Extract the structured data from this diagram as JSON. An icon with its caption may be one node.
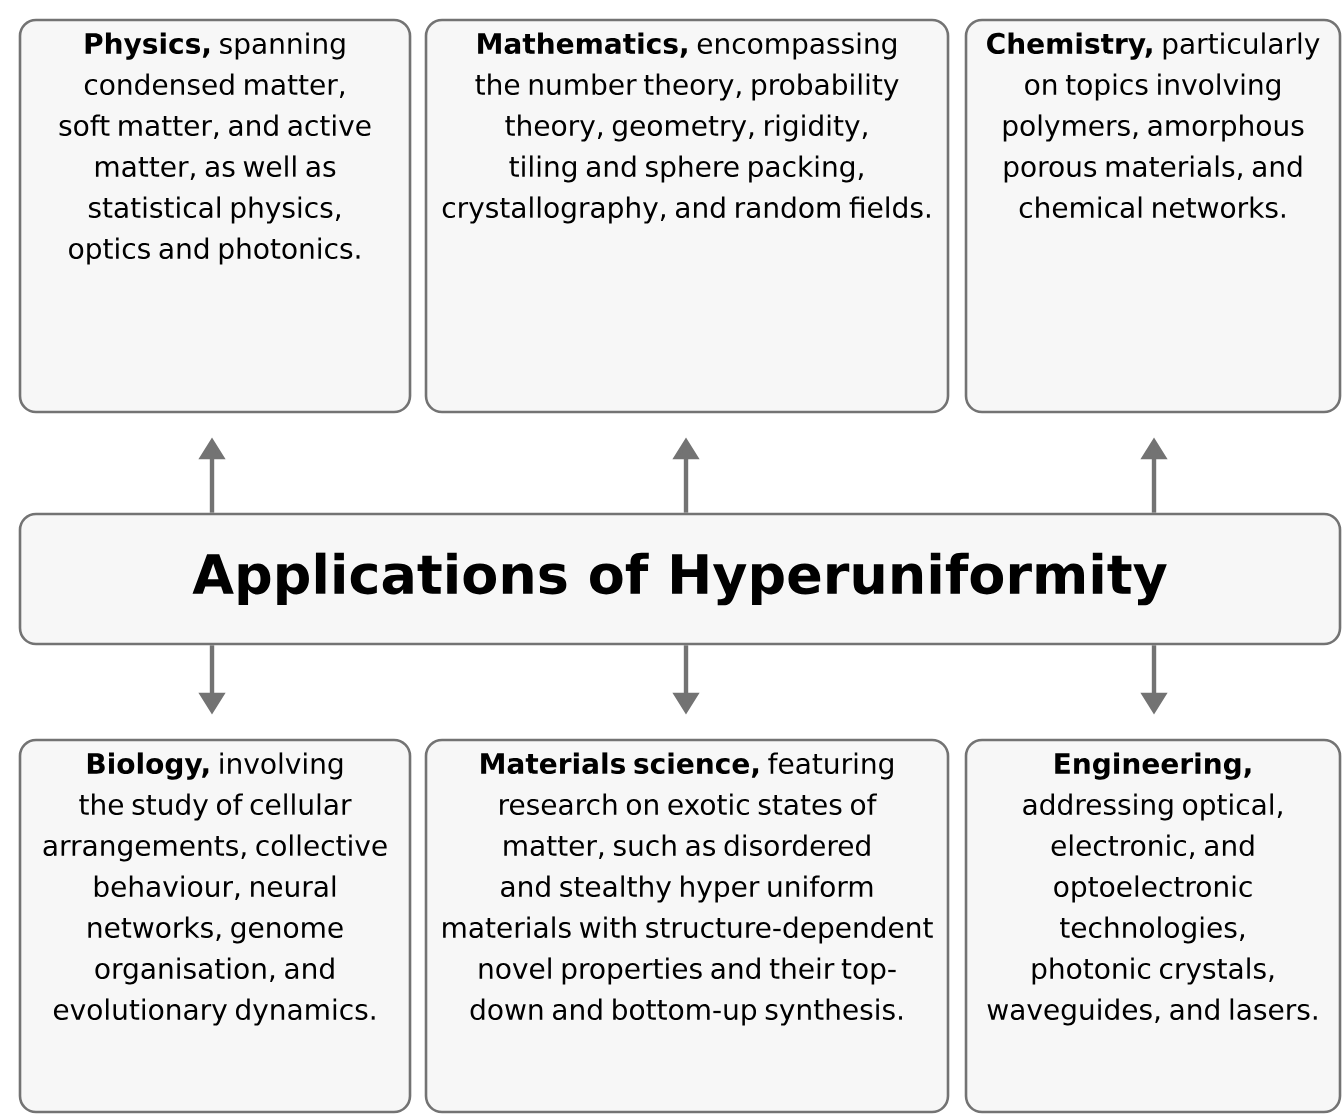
{
  "diagram": {
    "nodes": [
      {
        "text": [
          "**Physics,** spanning condensed matter, soft matter, and active matter, as well as statistical physics, optics and photonics."
        ]
      },
      {
        "text": [
          "**Mathematics,** encompassing the number theory, probability theory, geometry, rigidity, tiling and sphere packing, crystallography, and random fields."
        ]
      },
      {
        "text": [
          "**Chemistry,** particularly on topics involving polymers, amorphous porous materials, and chemical networks."
        ]
      },
      {
        "text": [
          "Applications of Hyperuniformity"
        ]
      },
      {
        "text": [
          "**Biology,** involving the study of cellular arrangements, collective behaviour, neural networks, genome organisation, and evolutionary dynamics."
        ]
      },
      {
        "text": [
          "**Materials science,** featuring research on exotic states of matter, such as disordered and stealthy hyper uniform materials with structure-dependent novel properties and their top-down and bottom-up synthesis."
        ]
      },
      {
        "text": [
          "**Engineering,** addressing optical, electronic, and optoelectronic technologies, photonic crystals, waveguides, and lasers."
        ]
      }
    ],
    "edges": [
      {
        "from": 3,
        "to": 0,
        "arrow": "to"
      },
      {
        "from": 3,
        "to": 1,
        "arrow": "to"
      },
      {
        "from": 3,
        "to": 2,
        "arrow": "to"
      },
      {
        "from": 3,
        "to": 4,
        "arrow": "to"
      },
      {
        "from": 3,
        "to": 5,
        "arrow": "to"
      },
      {
        "from": 3,
        "to": 6,
        "arrow": "to"
      }
    ]
  }
}
